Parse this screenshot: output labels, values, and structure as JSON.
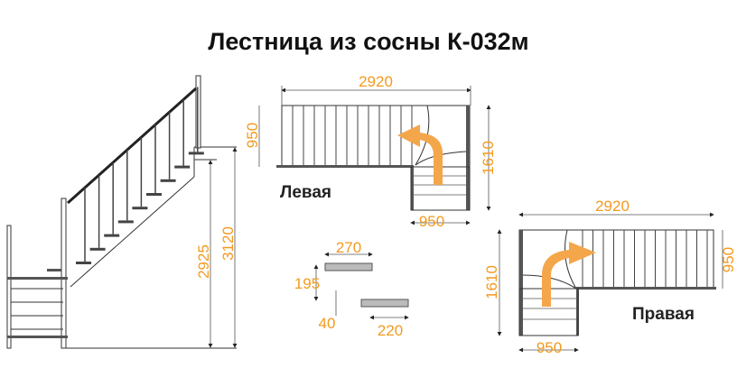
{
  "title": "Лестница из сосны  К-032м",
  "elevation": {
    "height_floor": "2925",
    "height_total": "3120",
    "railing_height": "950"
  },
  "plan_left": {
    "label": "Левая",
    "length": "2920",
    "depth": "1610",
    "width": "950",
    "flight_width": "950"
  },
  "plan_right": {
    "label": "Правая",
    "length": "2920",
    "depth": "1610",
    "width": "950",
    "flight_width": "950"
  },
  "tread_detail": {
    "tread_depth": "270",
    "riser_height": "195",
    "thickness": "40",
    "going": "220"
  },
  "colors": {
    "dimension": "#f39a1e",
    "arrow": "#f4a64a"
  }
}
